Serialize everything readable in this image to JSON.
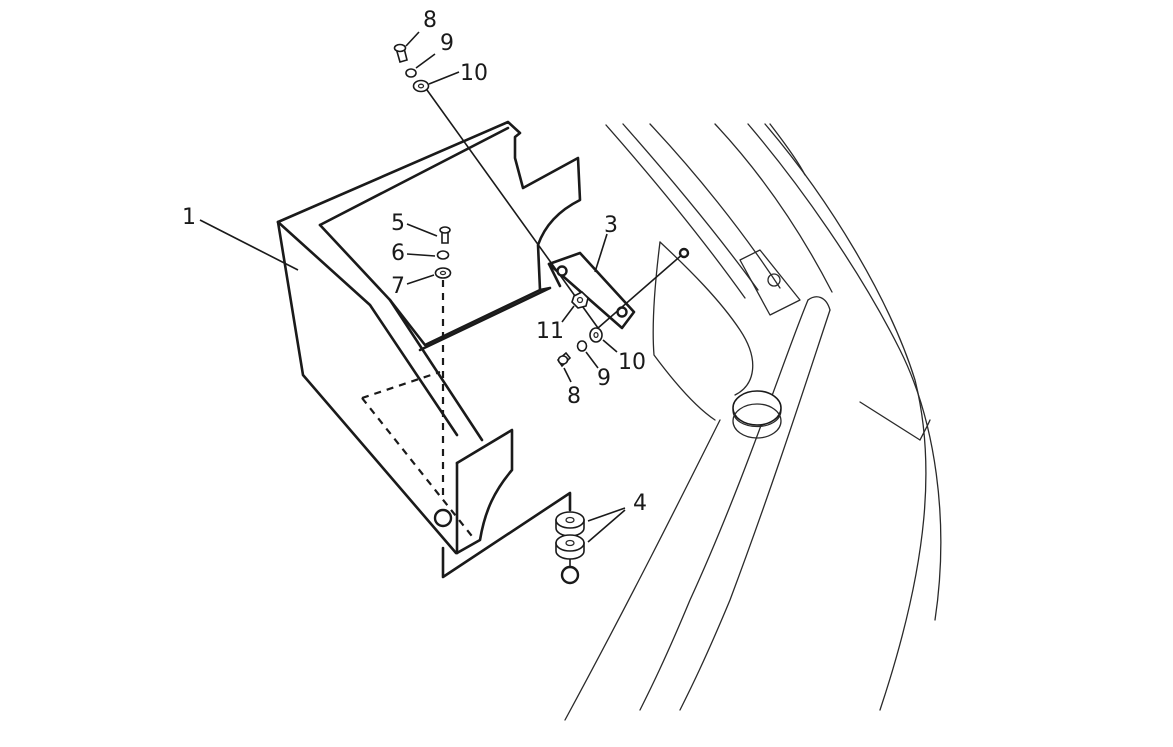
{
  "callouts": {
    "c1": "1",
    "c3": "3",
    "c4": "4",
    "c5": "5",
    "c6": "6",
    "c7": "7",
    "c8_top": "8",
    "c9_top": "9",
    "c10_top": "10",
    "c11": "11",
    "c8_right": "8",
    "c9_right": "9",
    "c10_right": "10"
  }
}
